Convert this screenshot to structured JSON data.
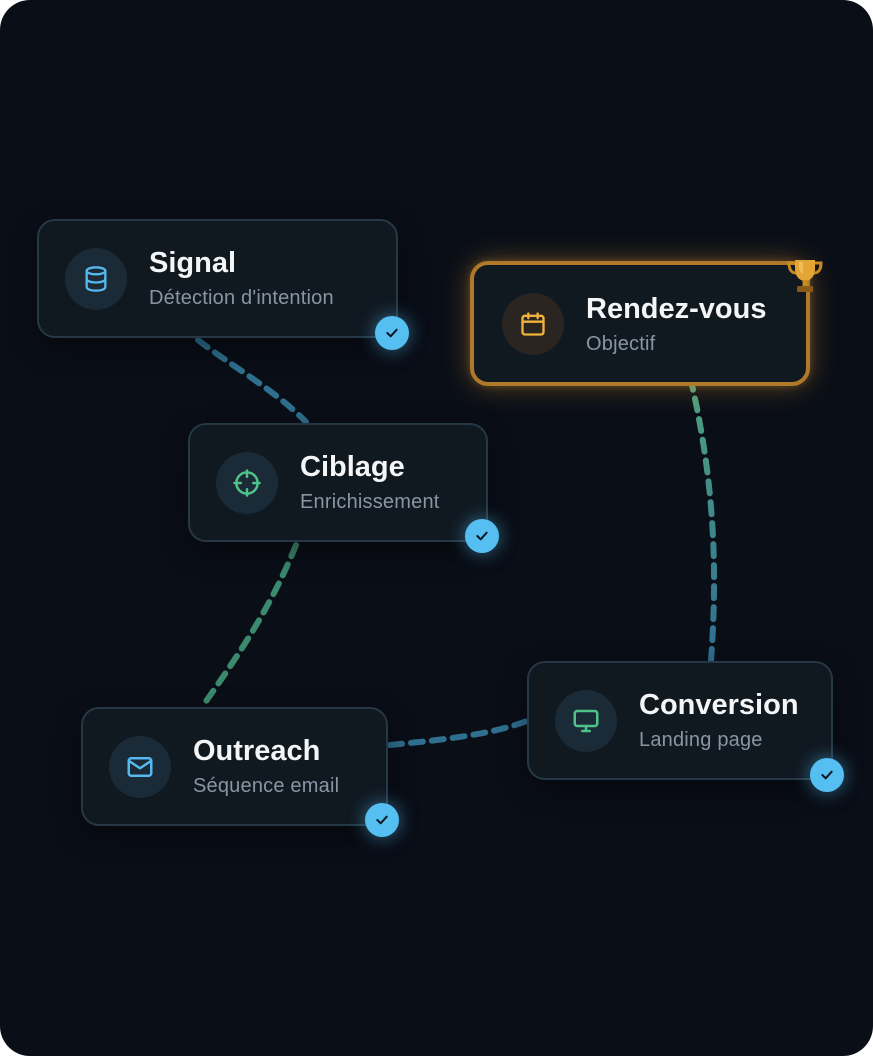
{
  "nodes": {
    "signal": {
      "title": "Signal",
      "subtitle": "Détection d'intention",
      "icon": "database-icon",
      "completed": true
    },
    "ciblage": {
      "title": "Ciblage",
      "subtitle": "Enrichissement",
      "icon": "crosshair-icon",
      "completed": true
    },
    "outreach": {
      "title": "Outreach",
      "subtitle": "Séquence email",
      "icon": "mail-icon",
      "completed": true
    },
    "conversion": {
      "title": "Conversion",
      "subtitle": "Landing page",
      "icon": "monitor-icon",
      "completed": true
    },
    "rendez_vous": {
      "title": "Rendez-vous",
      "subtitle": "Objectif",
      "icon": "calendar-icon",
      "badge": "trophy-icon",
      "goal": true
    }
  },
  "connections": [
    {
      "from": "Signal",
      "to": "Ciblage"
    },
    {
      "from": "Ciblage",
      "to": "Outreach"
    },
    {
      "from": "Outreach",
      "to": "Conversion"
    },
    {
      "from": "Conversion",
      "to": "Rendez-vous"
    }
  ],
  "colors": {
    "background": "#0a0e17",
    "card": "#101820",
    "card_border": "#263845",
    "check": "#56bff2",
    "goal_border": "#b0792a",
    "link_blue": "#2f6f8f",
    "link_green": "#3f8f70"
  }
}
